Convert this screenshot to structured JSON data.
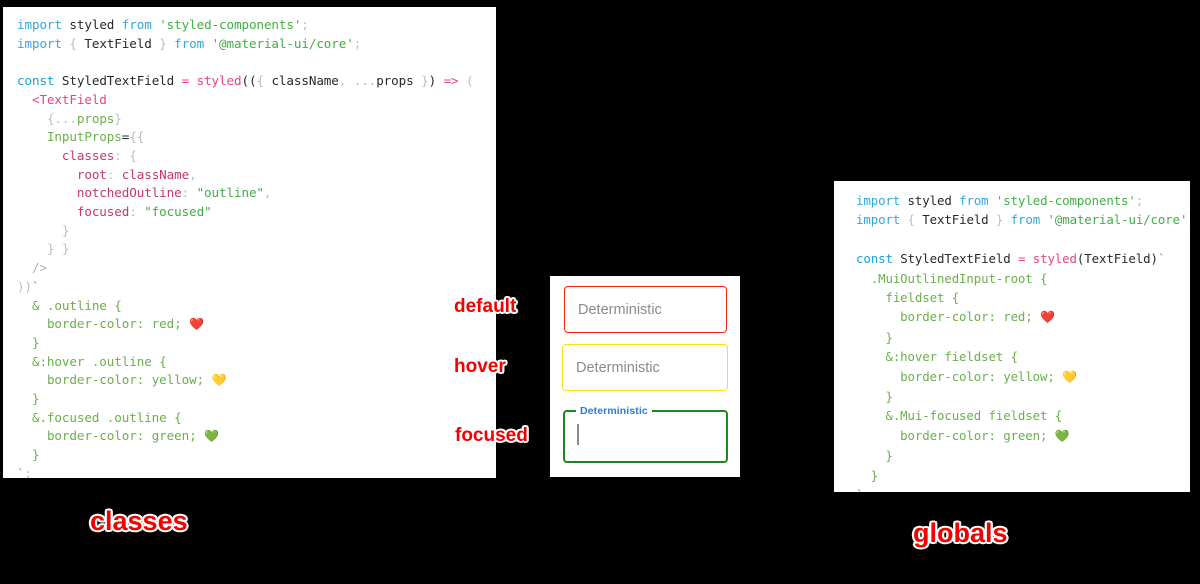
{
  "background": "#000000",
  "panels": {
    "classes": {
      "caption": "classes",
      "code_lines": [
        "import styled from 'styled-components';",
        "import { TextField } from '@material-ui/core';",
        "",
        "const StyledTextField = styled(({ className, ...props }) => (",
        "  <TextField",
        "    {...props}",
        "    InputProps={{",
        "      classes: {",
        "        root: className,",
        "        notchedOutline: \"outline\",",
        "        focused: \"focused\"",
        "      }",
        "    } }",
        "  />",
        "))`",
        "  & .outline {",
        "    border-color: red; ❤️",
        "  }",
        "  &:hover .outline {",
        "    border-color: yellow; 💛",
        "  }",
        "  &.focused .outline {",
        "    border-color: green; 💚",
        "  }",
        "`;"
      ]
    },
    "globals": {
      "caption": "globals",
      "code_lines": [
        "import styled from 'styled-components';",
        "import { TextField } from '@material-ui/core';",
        "",
        "const StyledTextField = styled(TextField)`",
        "  .MuiOutlinedInput-root {",
        "    fieldset {",
        "      border-color: red; ❤️",
        "    }",
        "    &:hover fieldset {",
        "      border-color: yellow; 💛",
        "    }",
        "    &.Mui-focused fieldset {",
        "      border-color: green; 💚",
        "    }",
        "  }",
        "`;"
      ]
    },
    "demo": {
      "fields": [
        {
          "state": "default",
          "text": "Deterministic",
          "border_color": "#f22613"
        },
        {
          "state": "hover",
          "text": "Deterministic",
          "border_color": "#f7e316"
        },
        {
          "state": "focused",
          "legend": "Deterministic",
          "value": "",
          "border_color": "#1b8a1b",
          "legend_color": "#2b7bd4"
        }
      ]
    }
  },
  "annotations": {
    "default": "default",
    "hover": "hover",
    "focused": "focused",
    "color": "#f40000"
  },
  "colors": {
    "red": "#f22613",
    "yellow": "#f7e316",
    "green": "#1b8a1b",
    "annotation_red": "#f40000",
    "string_green": "#3faf46",
    "keyword_blue": "#2ea9e0",
    "prop_pink": "#c8376b",
    "css_green": "#6ab04c",
    "operator_pink": "#e8457b"
  }
}
